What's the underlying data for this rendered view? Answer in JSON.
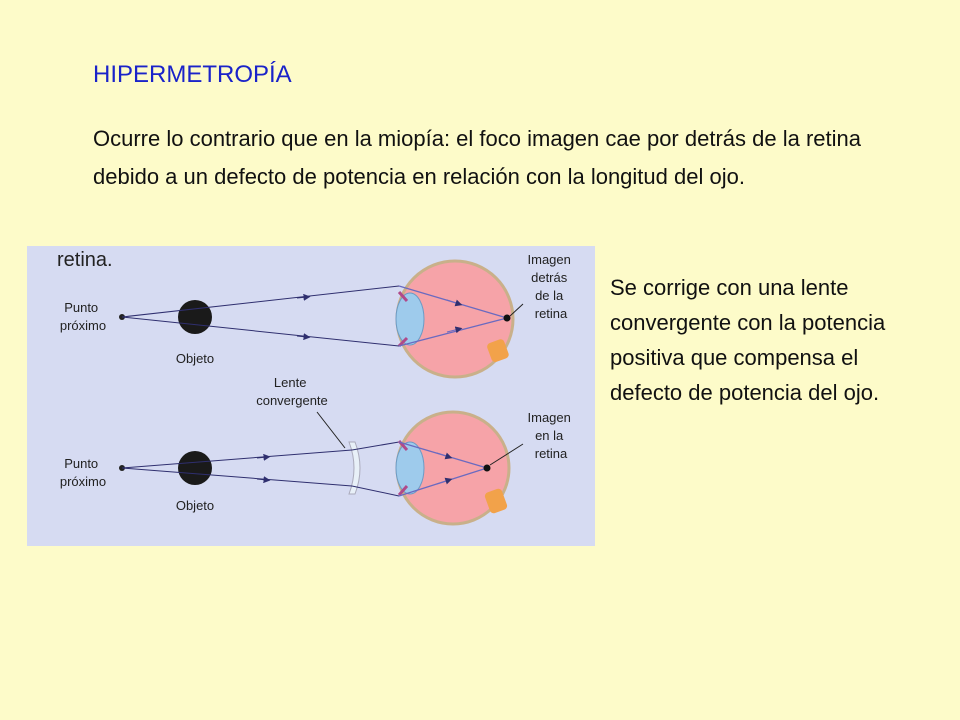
{
  "slide": {
    "title": "HIPERMETROPÍA",
    "intro": "Ocurre lo contrario que en la miopía: el foco imagen cae por detrás de la retina debido a un defecto de potencia en relación con la longitud del ojo.",
    "correction": "Se corrige con una lente convergente con la potencia positiva que compensa el defecto  de potencia del ojo."
  },
  "figure": {
    "top_cut_label": "retina.",
    "top": {
      "point_label": [
        "Punto",
        "próximo"
      ],
      "object_label": "Objeto",
      "image_label": [
        "Imagen",
        "detrás",
        "de la",
        "retina"
      ]
    },
    "bottom": {
      "lens_label": [
        "Lente",
        "convergente"
      ],
      "point_label": [
        "Punto",
        "próximo"
      ],
      "object_label": "Objeto",
      "image_label": [
        "Imagen",
        "en la",
        "retina"
      ]
    },
    "colors": {
      "background": "#d6dbf2",
      "eye_fill": "#f6a3a8",
      "lens_fill": "#9ecbec",
      "optic_nerve": "#f2a24a",
      "ray": "#5a5ab0"
    }
  }
}
